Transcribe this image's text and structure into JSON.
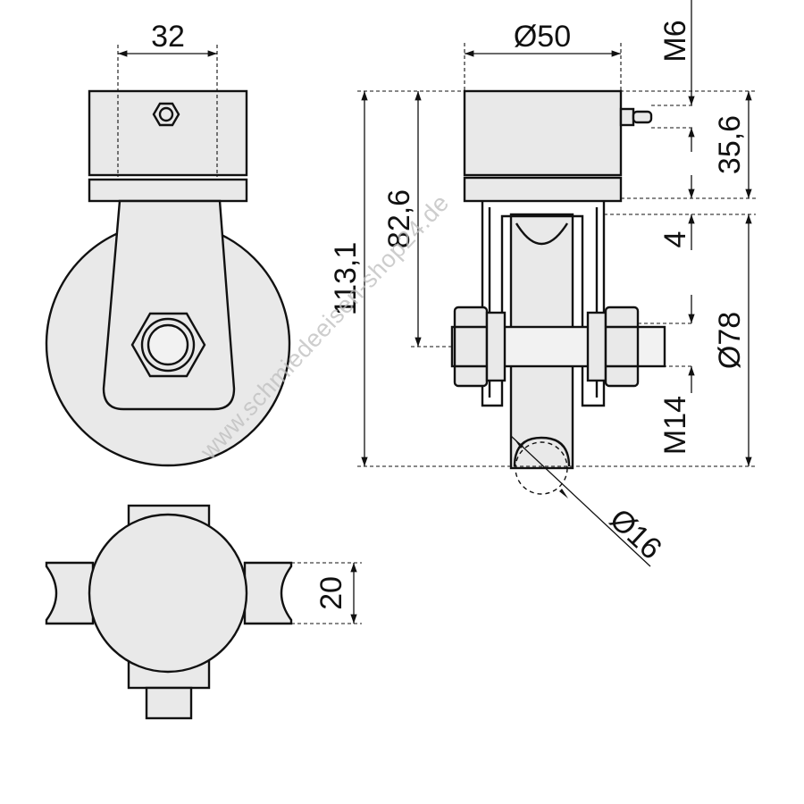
{
  "dimensions": {
    "width_32": "32",
    "dia_50": "Ø50",
    "thread_m6": "M6",
    "height_35_6": "35,6",
    "height_4": "4",
    "dia_78": "Ø78",
    "thread_m14": "M14",
    "height_82_6": "82,6",
    "height_113_1": "113,1",
    "dia_16": "Ø16",
    "groove_20": "20"
  },
  "watermark": "www.schmiedeeisen-shop24.de"
}
